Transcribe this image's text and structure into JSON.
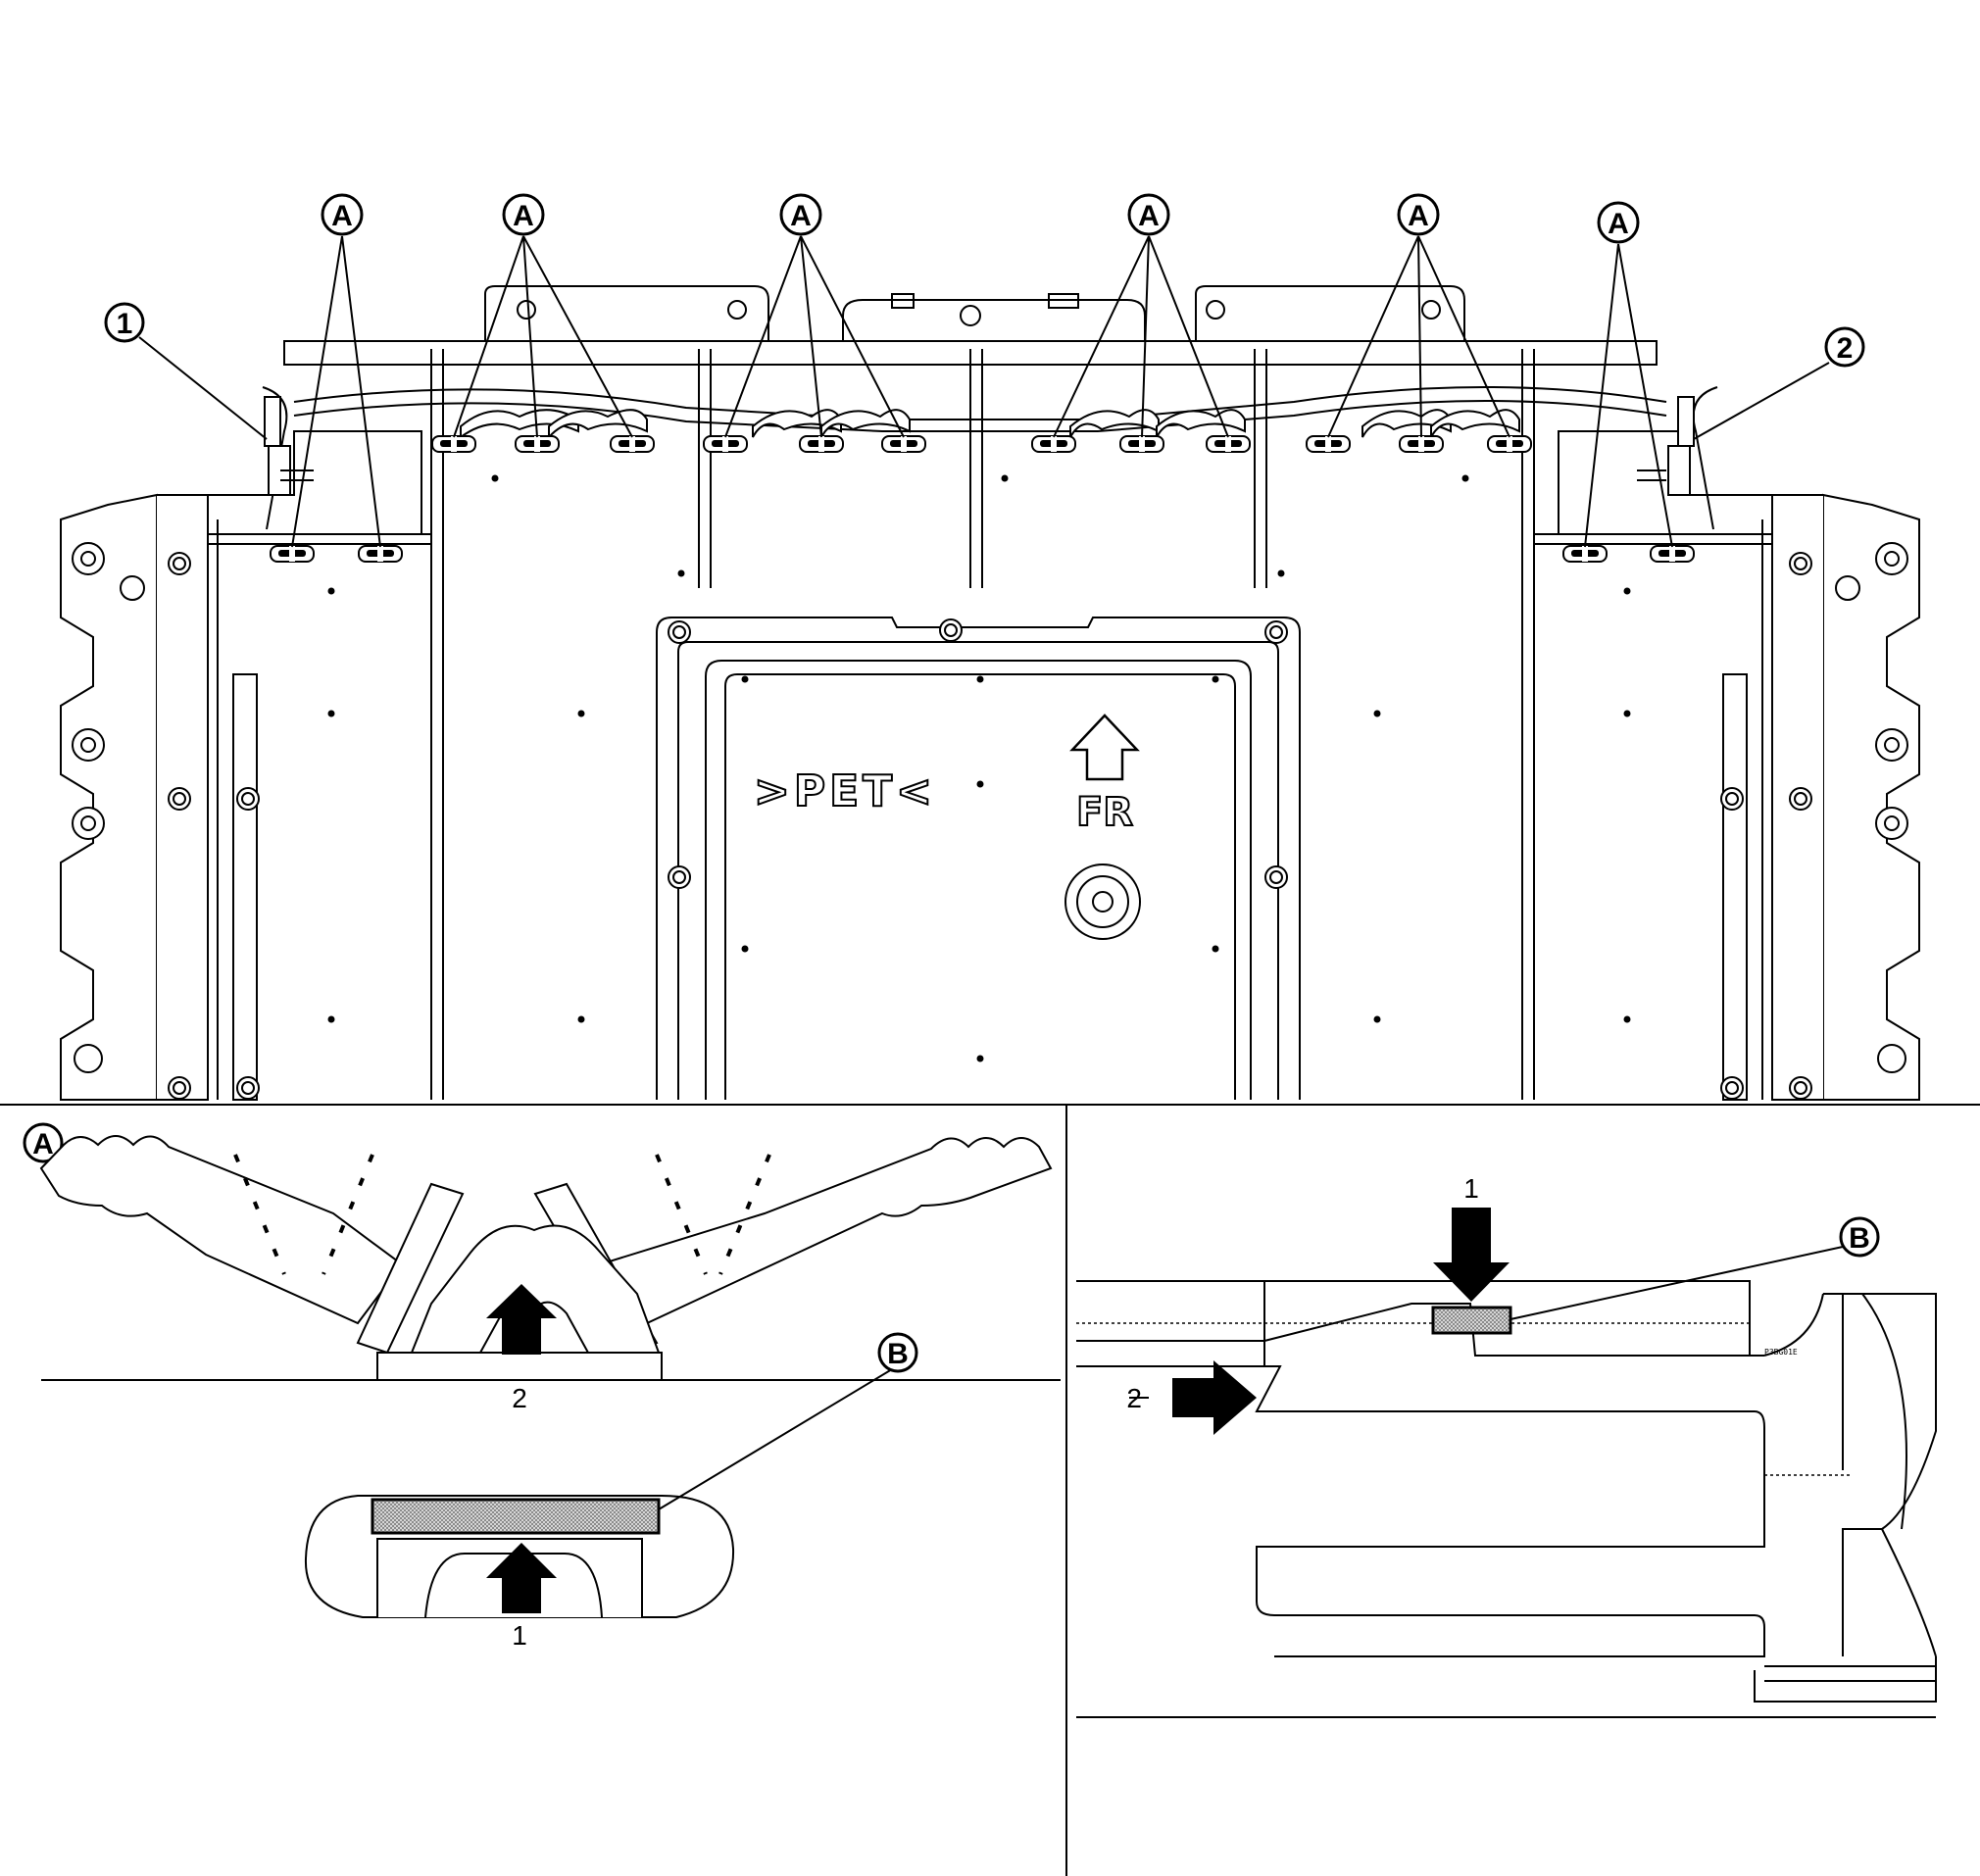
{
  "callout_labels": {
    "clip": "A",
    "tape": "B",
    "item1": "1",
    "item2": "2"
  },
  "overview": {
    "material_marking": ">PET<",
    "direction_marking": "FR"
  },
  "detail_a": {
    "inset_label": "A",
    "arrow_2_label": "2",
    "arrow_1_label": "1",
    "tape_label": "B"
  },
  "detail_b": {
    "arrow_1_label": "1",
    "arrow_2_label": "2",
    "tape_label": "B",
    "drawing_code": "P3BG01E"
  },
  "icons": {
    "arrow": "push-arrow-icon",
    "front": "front-direction-arrow-icon"
  },
  "colors": {
    "line": "#000000",
    "tape_fill": "#bdbdbd",
    "background": "#ffffff"
  }
}
